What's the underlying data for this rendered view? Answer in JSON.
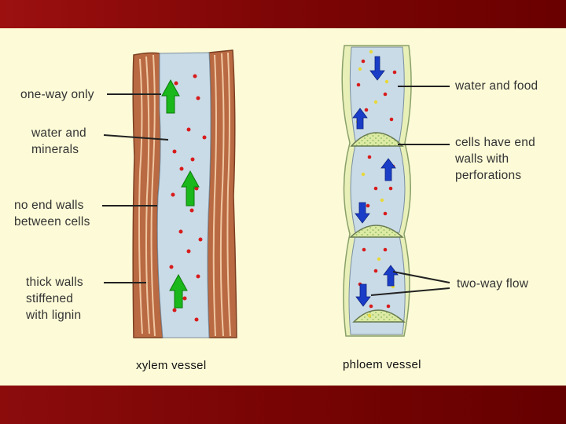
{
  "colors": {
    "frame": "#7a0a0a",
    "background": "#fdfbd7",
    "xylem_wall": "#b96a42",
    "vessel_fluid": "#c9dbe6",
    "phloem_wall": "#e8f0b8",
    "arrow_green": "#1ab81a",
    "arrow_blue": "#1a3dc8",
    "particle_red": "#d81c1c",
    "particle_yellow": "#e8d838"
  },
  "xylem": {
    "caption": "xylem vessel",
    "labels": {
      "one_way": "one-way only",
      "water_minerals": "water and\nminerals",
      "no_end_walls": "no end walls\nbetween cells",
      "thick_walls": "thick walls\nstiffened\nwith lignin"
    },
    "arrow_icon": "green-up-arrow-icon"
  },
  "phloem": {
    "caption": "phloem vessel",
    "labels": {
      "water_food": "water and food",
      "end_walls": "cells have end\nwalls with\nperforations",
      "two_way": "two-way flow"
    },
    "arrow_icon": "blue-double-arrow-icon"
  }
}
